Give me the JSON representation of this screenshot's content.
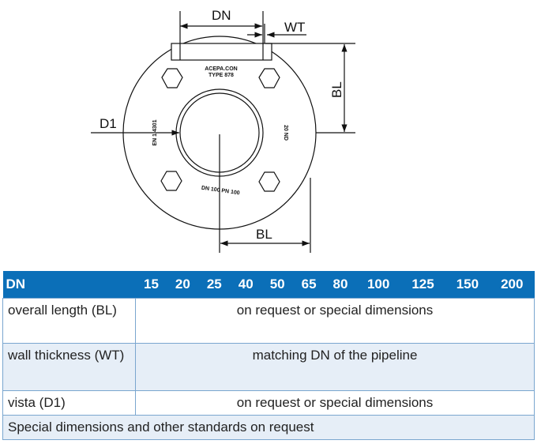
{
  "drawing": {
    "labels": {
      "dn": "DN",
      "wt": "WT",
      "bl_vertical": "BL",
      "bl_horizontal": "BL",
      "d1": "D1"
    },
    "flange_marking": {
      "top_line1": "ACEPA.CON",
      "top_line2": "TYPE 878",
      "bottom": "DN 100 PN 100",
      "left": "EN 1.4301",
      "right": "20 ND"
    }
  },
  "table": {
    "header_label": "DN",
    "sizes": [
      "15",
      "20",
      "25",
      "40",
      "50",
      "65",
      "80",
      "100",
      "125",
      "150",
      "200"
    ],
    "rows": [
      {
        "label": "overall length (BL)",
        "value": "on request or special dimensions"
      },
      {
        "label": "wall thickness (WT)",
        "value": "matching DN of the pipeline"
      },
      {
        "label": "vista (D1)",
        "value": "on request or special dimensions"
      }
    ],
    "footer": "Special dimensions and other standards on request"
  },
  "colors": {
    "header": "#0b6fb8",
    "row_alt": "#e6eef7",
    "border": "#7aa6cf"
  }
}
